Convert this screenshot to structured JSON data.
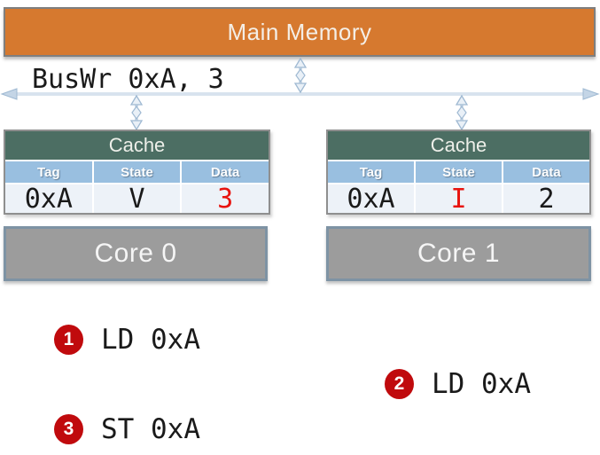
{
  "memory": {
    "label": "Main Memory"
  },
  "bus": {
    "label": "BusWr 0xA, 3"
  },
  "caches": [
    {
      "title": "Cache",
      "columns": [
        "Tag",
        "State",
        "Data"
      ],
      "cells": [
        {
          "text": "0xA",
          "color": "#1A1A1A"
        },
        {
          "text": "V",
          "color": "#1A1A1A"
        },
        {
          "text": "3",
          "color": "#E8140F"
        }
      ]
    },
    {
      "title": "Cache",
      "columns": [
        "Tag",
        "State",
        "Data"
      ],
      "cells": [
        {
          "text": "0xA",
          "color": "#1A1A1A"
        },
        {
          "text": "I",
          "color": "#E8140F"
        },
        {
          "text": "2",
          "color": "#1A1A1A"
        }
      ]
    }
  ],
  "cores": [
    {
      "label": "Core 0"
    },
    {
      "label": "Core 1"
    }
  ],
  "events": [
    {
      "number": "1",
      "label": "LD 0xA"
    },
    {
      "number": "2",
      "label": "LD 0xA"
    },
    {
      "number": "3",
      "label": "ST 0xA"
    }
  ],
  "colors": {
    "memory_fill": "#D6792F",
    "memory_border": "#7F7F7F",
    "cache_header_green": "#4C6E63",
    "column_header_blue": "#99BFE0",
    "data_row_bg": "#EDF2F8",
    "core_fill": "#9C9C9C",
    "core_border": "#7E93A4",
    "bus_arrow_blue": "#A9C2D9",
    "state_red": "#E8140F",
    "badge_red": "#C00A0D",
    "text_black": "#1A1A1A"
  }
}
